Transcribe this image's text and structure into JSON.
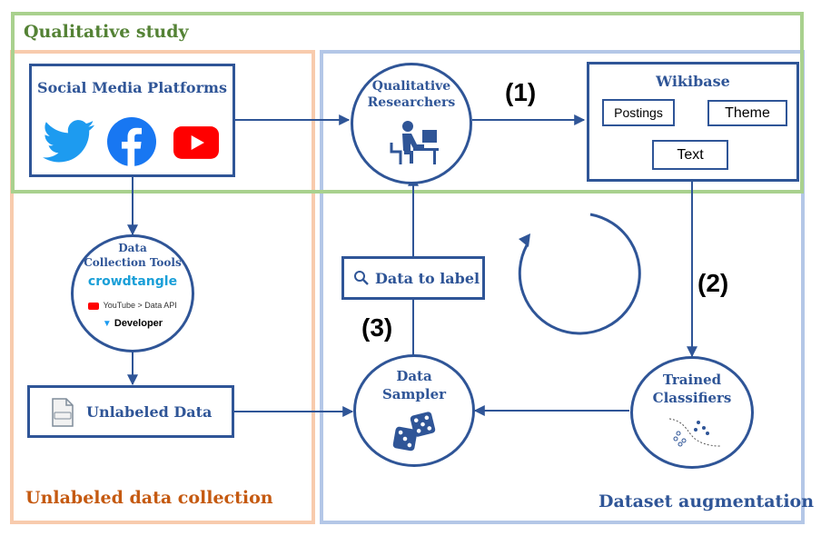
{
  "regions": {
    "qualitative": {
      "label": "Qualitative study",
      "color": "#9bcf5f",
      "label_color": "#548235"
    },
    "unlabeled_collection": {
      "label": "Unlabeled data collection",
      "color": "#f4b183",
      "label_color": "#c55a11"
    },
    "augmentation": {
      "label": "Dataset augmentation",
      "color": "#8faadc",
      "label_color": "#2f5597"
    }
  },
  "nodes": {
    "social_media": {
      "title": "Social Media Platforms",
      "icons": [
        "twitter-icon",
        "facebook-icon",
        "youtube-icon"
      ]
    },
    "researchers": {
      "title_line1": "Qualitative",
      "title_line2": "Researchers",
      "icon": "researcher-at-computer-icon"
    },
    "wikibase": {
      "title": "Wikibase",
      "postings": "Postings",
      "theme": "Theme",
      "text": "Text"
    },
    "tools": {
      "title_line1": "Data",
      "title_line2": "Collection Tools",
      "crowdtangle": "crowdtangle",
      "youtube_api": "YouTube > Data API",
      "developer": "Developer"
    },
    "unlabeled": {
      "title": "Unlabeled Data",
      "icon": "json-file-icon"
    },
    "data_to_label": {
      "title": "Data to label",
      "icon": "search-icon"
    },
    "sampler": {
      "title_line1": "Data",
      "title_line2": "Sampler",
      "icon": "dice-icon"
    },
    "classifiers": {
      "title_line1": "Trained",
      "title_line2": "Classifiers",
      "icon": "classifier-plot-icon"
    }
  },
  "step_labels": {
    "step1": "(1)",
    "step2": "(2)",
    "step3": "(3)"
  },
  "colors": {
    "node_border": "#2f5597",
    "twitter": "#1d9bf0",
    "facebook": "#1877f2",
    "youtube": "#ff0000",
    "crowdtangle": "#1a9fd8"
  }
}
